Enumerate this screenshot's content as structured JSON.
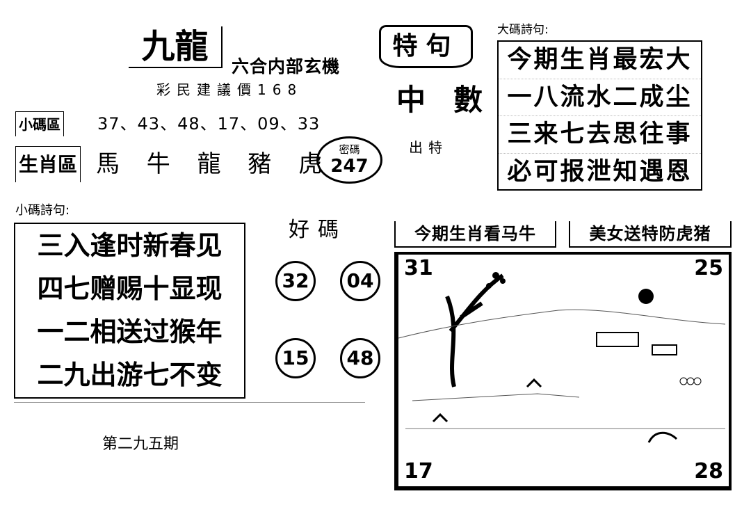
{
  "header": {
    "title": "九龍",
    "subtitle": "六合内部玄機",
    "price": "彩民建議價168"
  },
  "small_numbers": {
    "label": "小碼區",
    "values": "37、43、48、17、09、33"
  },
  "zodiac": {
    "label": "生肖區",
    "values": "馬 牛 龍 豬 虎"
  },
  "secret_code": {
    "label": "密碼",
    "value": "247"
  },
  "special": {
    "banner": "特句",
    "middle": "中數",
    "note": "出特"
  },
  "big_poem": {
    "label": "大碼詩句:",
    "lines": [
      "今期生肖最宏大",
      "一八流水二成尘",
      "三来七去思往事",
      "必可报泄知遇恩"
    ]
  },
  "small_poem": {
    "label": "小碼詩句:",
    "lines": [
      "三入逢时新春见",
      "四七赠赐十显现",
      "一二相送过猴年",
      "二九出游七不变"
    ]
  },
  "good_numbers": {
    "label": "好碼",
    "values": [
      "32",
      "04",
      "15",
      "48"
    ]
  },
  "period": "第二九五期",
  "captions": [
    "今期生肖看马牛",
    "美女送特防虎猪"
  ],
  "picture": {
    "corner_numbers": [
      "31",
      "25",
      "17",
      "28"
    ]
  }
}
